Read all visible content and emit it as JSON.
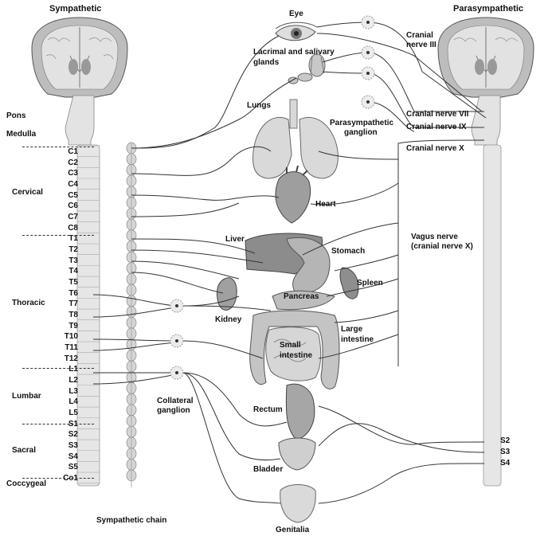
{
  "titles": {
    "sympathetic": "Sympathetic",
    "parasympathetic": "Parasympathetic"
  },
  "brain_labels": {
    "pons": "Pons",
    "medulla": "Medulla"
  },
  "segments": [
    "C1",
    "C2",
    "C3",
    "C4",
    "C5",
    "C6",
    "C7",
    "C8",
    "T1",
    "T2",
    "T3",
    "T4",
    "T5",
    "T6",
    "T7",
    "T8",
    "T9",
    "T10",
    "T11",
    "T12",
    "L1",
    "L2",
    "L3",
    "L4",
    "L5",
    "S1",
    "S2",
    "S3",
    "S4",
    "S5",
    "Co1"
  ],
  "regions": {
    "cervical": "Cervical",
    "thoracic": "Thoracic",
    "lumbar": "Lumbar",
    "sacral": "Sacral",
    "coccygeal": "Coccygeal"
  },
  "organs": {
    "eye": "Eye",
    "lacrimal_1": "Lacrimal and salivary",
    "lacrimal_2": "glands",
    "lungs": "Lungs",
    "heart": "Heart",
    "liver": "Liver",
    "stomach": "Stomach",
    "spleen": "Spleen",
    "pancreas": "Pancreas",
    "kidney": "Kidney",
    "large_intestine_1": "Large",
    "large_intestine_2": "intestine",
    "small_intestine_1": "Small",
    "small_intestine_2": "intestine",
    "rectum": "Rectum",
    "bladder": "Bladder",
    "genitalia": "Genitalia"
  },
  "nerves": {
    "cn3_1": "Cranial",
    "cn3_2": "nerve III",
    "cn7": "Cranial nerve VII",
    "cn9": "Cranial nerve IX",
    "cn10": "Cranial nerve X",
    "vagus_1": "Vagus nerve",
    "vagus_2": "(cranial nerve X)",
    "para_ganglion_1": "Parasympathetic",
    "para_ganglion_2": "ganglion",
    "collateral_1": "Collateral",
    "collateral_2": "ganglion",
    "sympathetic_chain": "Sympathetic chain"
  },
  "sacral_outflow": [
    "S2",
    "S3",
    "S4"
  ]
}
